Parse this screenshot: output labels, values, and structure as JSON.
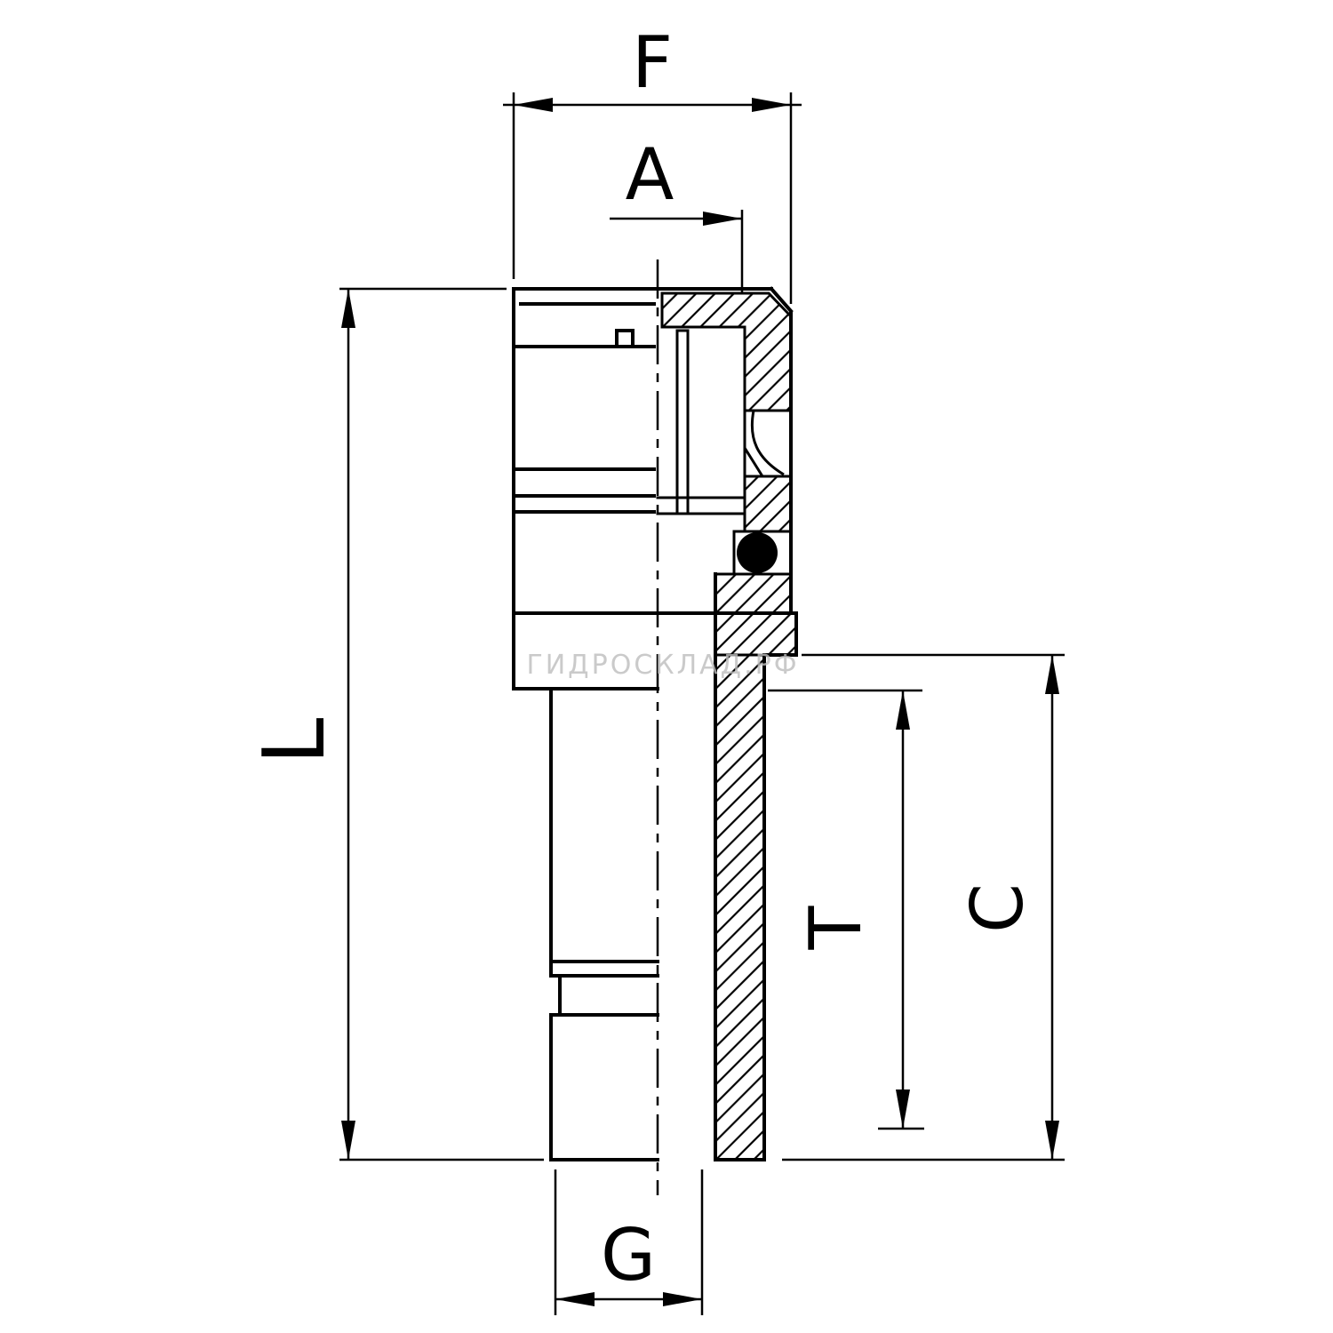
{
  "drawing": {
    "kind": "technical-section-drawing",
    "subject": "push-in fitting with male stud, cross-section view",
    "watermark": "ГИДРОСКЛАД.РФ",
    "colors": {
      "line": "#000000",
      "background": "#ffffff",
      "watermark": "#bdbdbd",
      "o_ring": "#000000"
    },
    "dimensions": {
      "f": "F",
      "a": "A",
      "l": "L",
      "g": "G",
      "t": "T",
      "c": "C"
    }
  }
}
